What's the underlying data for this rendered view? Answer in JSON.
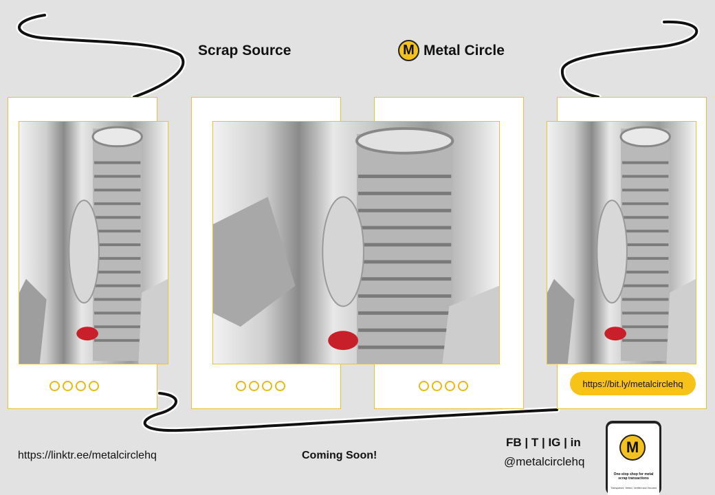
{
  "header": {
    "scrap_title": "Scrap Source",
    "brand_letter": "M",
    "brand_name": "Metal Circle"
  },
  "cards": [
    {
      "dots": 4
    },
    {
      "dots": 4
    },
    {
      "dots": 4
    },
    {
      "link": "https://bit.ly/metalcirclehq"
    }
  ],
  "footer": {
    "linktree": "https://linktr.ee/metalcirclehq",
    "coming_soon": "Coming Soon!",
    "social": "FB | T | IG | in",
    "handle": "@metalcirclehq"
  },
  "phone": {
    "logo_letter": "M",
    "tagline": "One-stop shop for metal scrap transactions",
    "subline": "Transparent, Vetted, Verified and Secured"
  },
  "colors": {
    "accent": "#f7c318",
    "card_border": "#e6c13a",
    "background": "#e3e2e3"
  }
}
